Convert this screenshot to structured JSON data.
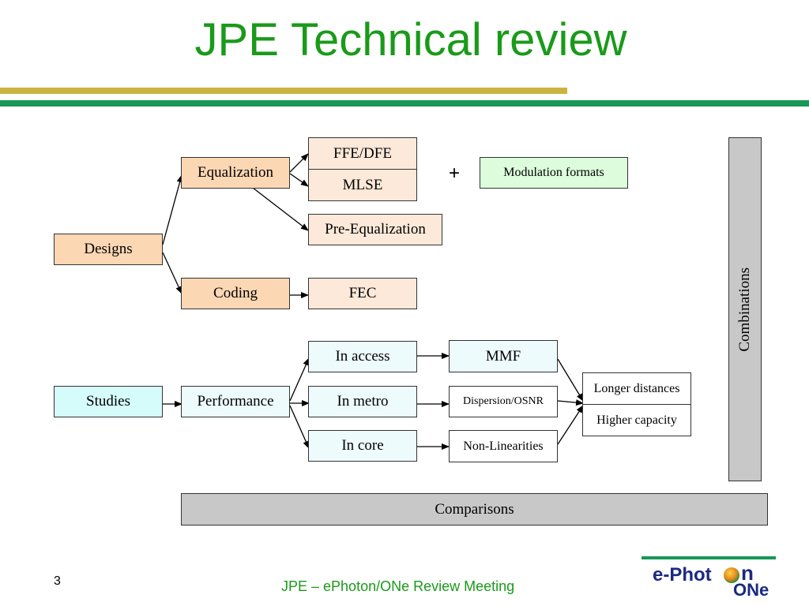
{
  "slide": {
    "title": "JPE Technical review",
    "page_number": "3",
    "footer": "JPE – ePhoton/ONe Review Meeting"
  },
  "diagram": {
    "designs": "Designs",
    "equalization": "Equalization",
    "ffe_dfe": "FFE/DFE",
    "mlse": "MLSE",
    "plus": "+",
    "modulation_formats": "Modulation formats",
    "pre_equalization": "Pre-Equalization",
    "coding": "Coding",
    "fec": "FEC",
    "studies": "Studies",
    "performance": "Performance",
    "in_access": "In access",
    "in_metro": "In metro",
    "in_core": "In core",
    "mmf": "MMF",
    "dispersion_osnr": "Dispersion/OSNR",
    "non_linearities": "Non-Linearities",
    "longer_distances": "Longer distances",
    "higher_capacity": "Higher capacity",
    "combinations": "Combinations",
    "comparisons": "Comparisons"
  },
  "colors": {
    "title_green": "#1a9a1a",
    "gold_bar": "#c9b441",
    "green_bar": "#1a9656",
    "peach": "#fcd7b4",
    "light_peach": "#fde9d9",
    "light_green": "#dcfcdc",
    "cyan": "#d6fbfb",
    "gray": "#c8c8c8"
  },
  "logo": {
    "text_prefix": "e-Phot",
    "text_on": "n",
    "text_one": "ONe"
  }
}
